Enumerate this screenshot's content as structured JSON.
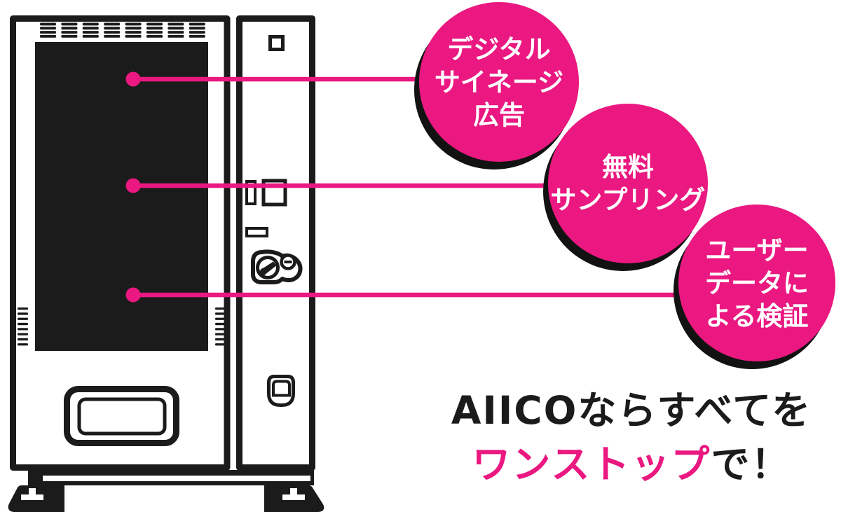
{
  "colors": {
    "accent_pink": "#ea1880",
    "ink": "#1b1b1b",
    "circle_text": "#ffffff",
    "shadow": "#121212",
    "bg": "#ffffff"
  },
  "illustration": {
    "subject": "smart vending machine with digital signage screen"
  },
  "callouts": [
    {
      "id": "digital-signage-ad",
      "label": "デジタル\nサイネージ\n広告"
    },
    {
      "id": "free-sampling",
      "label": "無料\nサンプリング"
    },
    {
      "id": "user-data-validation",
      "label": "ユーザー\nデータに\nよる検証"
    }
  ],
  "tagline": {
    "prefix": "AIICOならすべてを",
    "highlight": "ワンストップ",
    "suffix": "で！"
  }
}
